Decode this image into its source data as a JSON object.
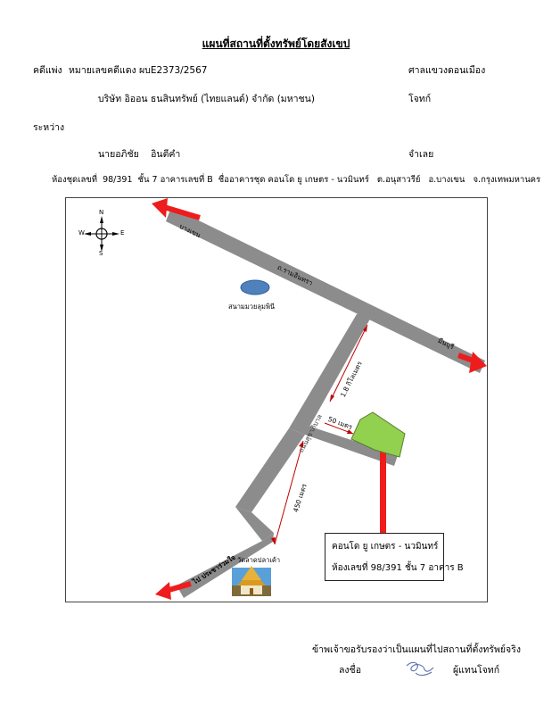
{
  "title": "แผนที่สถานที่ตั้งทรัพย์โดยสังเขป",
  "case": {
    "label": "คดีแพ่ง",
    "red_number_label": "หมายเลขคดีแดง",
    "red_number": "ผบE2373/2567",
    "court": "ศาลแขวงดอนเมือง",
    "plaintiff": "บริษัท อิออน ธนสินทรัพย์ (ไทยแลนด์) จำกัด (มหาชน)",
    "plaintiff_role": "โจทก์",
    "between": "ระหว่าง",
    "defendant": "นายอภิชัย    อินตีคำ",
    "defendant_role": "จำเลย"
  },
  "address_line": "ห้องชุดเลขที่  98/391  ชั้น 7 อาคารเลขที่ B  ชื่ออาคารชุด คอนโด ยู เกษตร - นวมินทร์   ต.อนุสาวรีย์   อ.บางเขน   จ.กรุงเทพมหานคร",
  "map": {
    "compass": {
      "n": "N",
      "s": "S",
      "e": "E",
      "w": "W"
    },
    "labels": {
      "bangkhen": "บางเขน",
      "ramindra_road": "ถ.รามอินทรา",
      "minburi": "มีนบุรี",
      "stadium": "สนามมวยลุมพินี",
      "dist_1_8": "1.8 กิโลเมตร",
      "dist_50": "50 เมตร",
      "soi_road": "ถนนสุขาภิบาล",
      "dist_450": "450 เมตร",
      "pracharuamjai": "ไป ประชาร่วมใจ",
      "temple": "วัดลาดปลาเค้า"
    },
    "colors": {
      "road": "#8c8c8c",
      "arrow": "#ee1c1c",
      "property": "#92d050",
      "stadium": "#4f81bd"
    },
    "info": {
      "line1": "คอนโด ยู เกษตร - นวมินทร์",
      "line2": "ห้องเลขที่ 98/391  ชั้น 7 อาคาร B"
    }
  },
  "certify": "ข้าพเจ้าขอรับรองว่าเป็นแผนที่ไปสถานที่ตั้งทรัพย์จริง",
  "sign_label": "ลงชื่อ",
  "signer_role": "ผู้แทนโจทก์"
}
